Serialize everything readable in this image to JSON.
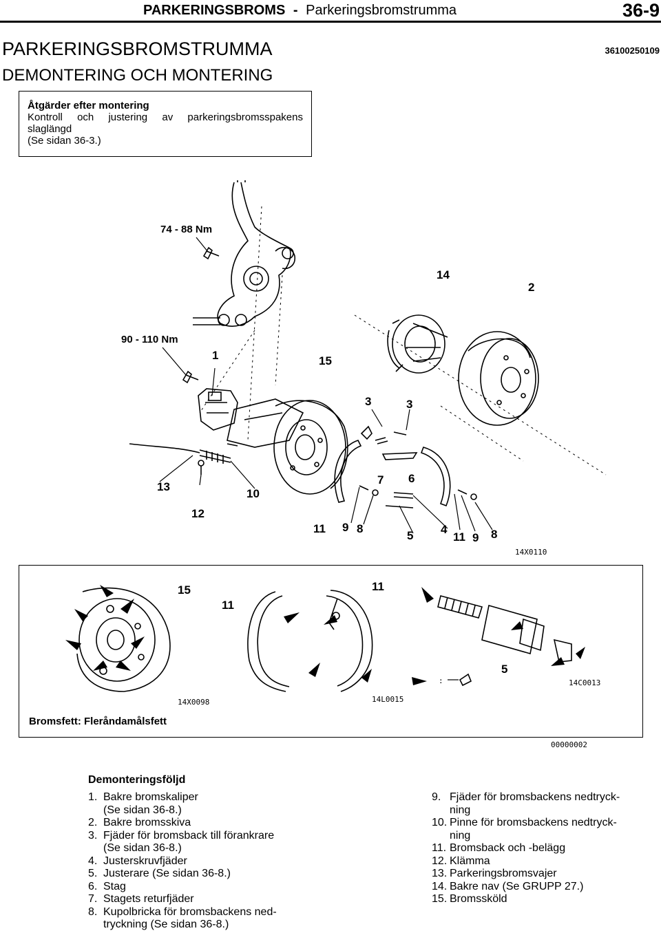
{
  "header": {
    "section": "PARKERINGSBROMS",
    "separator": "-",
    "subsection": "Parkeringsbromstrumma",
    "page": "36-9"
  },
  "title": "PARKERINGSBROMSTRUMMA",
  "doc_number": "36100250109",
  "subtitle": "DEMONTERING OCH MONTERING",
  "note": {
    "title": "Åtgärder efter montering",
    "line1": "Kontroll och justering av parkeringsbromsspakens",
    "line2": "slaglängd",
    "line3": "(Se sidan 36-3.)"
  },
  "diagram_main": {
    "torque_upper": "74 - 88 Nm",
    "torque_lower": "90 - 110 Nm",
    "callouts": {
      "c14": "14",
      "c2": "2",
      "c1": "1",
      "c15": "15",
      "c3a": "3",
      "c3b": "3",
      "c7": "7",
      "c6": "6",
      "c13": "13",
      "c10": "10",
      "c12": "12",
      "c11a": "11",
      "c9a": "9",
      "c8a": "8",
      "c5": "5",
      "c4": "4",
      "c11b": "11",
      "c9b": "9",
      "c8b": "8"
    },
    "code": "14X0110"
  },
  "diagram_detail": {
    "callouts": {
      "c15": "15",
      "c11a": "11",
      "c11b": "11",
      "c5": "5"
    },
    "codes": {
      "left": "14X0098",
      "middle": "14L0015",
      "right": "14C0013"
    },
    "grease_label": "Bromsfett: Fleråndamålsfett",
    "frame_code": "00000002"
  },
  "sequence": {
    "title": "Demonteringsföljd",
    "left": [
      {
        "n": "1.",
        "text": "Bakre bromskaliper"
      },
      {
        "n": "",
        "text": "(Se sidan 36-8.)"
      },
      {
        "n": "2.",
        "text": "Bakre bromsskiva"
      },
      {
        "n": "3.",
        "text": "Fjäder för bromsback till förankrare"
      },
      {
        "n": "",
        "text": "(Se sidan 36-8.)"
      },
      {
        "n": "4.",
        "text": "Justerskruvfjäder"
      },
      {
        "n": "5.",
        "text": "Justerare (Se sidan 36-8.)"
      },
      {
        "n": "6.",
        "text": "Stag"
      },
      {
        "n": "7.",
        "text": "Stagets returfjäder"
      },
      {
        "n": "8.",
        "text": "Kupolbricka för bromsbackens ned-"
      },
      {
        "n": "",
        "text": "tryckning (Se sidan 36-8.)"
      }
    ],
    "right": [
      {
        "n": "9.",
        "text": "Fjäder för bromsbackens nedtryck-"
      },
      {
        "n": "",
        "text": "ning"
      },
      {
        "n": "10.",
        "text": "Pinne för bromsbackens nedtryck-"
      },
      {
        "n": "",
        "text": "ning"
      },
      {
        "n": "11.",
        "text": "Bromsback och -belägg"
      },
      {
        "n": "12.",
        "text": "Klämma"
      },
      {
        "n": "13.",
        "text": "Parkeringsbromsvajer"
      },
      {
        "n": "14.",
        "text": "Bakre nav (Se GRUPP 27.)"
      },
      {
        "n": "15.",
        "text": "Bromssköld"
      }
    ]
  }
}
